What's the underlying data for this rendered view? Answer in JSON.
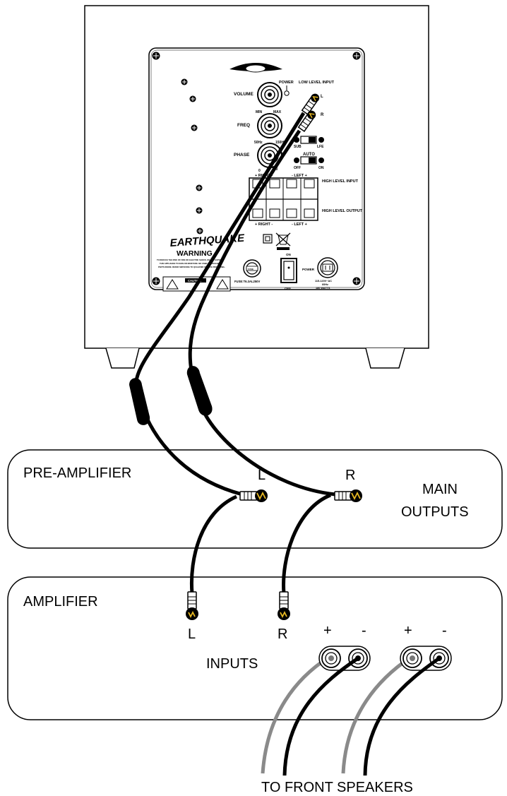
{
  "subwoofer": {
    "logo_text": "EARTHQUAKE",
    "panel": {
      "volume_label": "VOLUME",
      "volume_min": "MIN",
      "volume_max": "MAX",
      "freq_label": "FREQ",
      "freq_low": "50Hz",
      "freq_high": "150Hz",
      "phase_label": "PHASE",
      "phase_low": "0",
      "phase_high": "180",
      "power_led_label": "POWER",
      "low_level_input_label": "LOW LEVEL INPUT",
      "low_level_l": "L",
      "low_level_r": "R",
      "sub_label": "SUB",
      "lfe_label": "LFE",
      "auto_label": "AUTO",
      "auto_off": "OFF",
      "auto_on": "ON",
      "terminals_top_right": "+ RIGHT -",
      "terminals_top_left": "- LEFT +",
      "terminals_bottom_right": "+ RIGHT -",
      "terminals_bottom_left": "- LEFT +",
      "high_level_input_label": "HIGH LEVEL INPUT",
      "high_level_output_label": "HIGH LEVEL OUTPUT",
      "warning_title": "WARNING",
      "warning_text_1": "TO REDUCE THE RISK OF FIRE OR ELECTRIC SHOCK, DO NOT EXPOSE",
      "warning_text_2": "THIS APPLIANCE TO RAIN OR MOISTURE. NO USER SERVICEABLE",
      "warning_text_3": "PARTS INSIDE. REFER SERVICING TO QUALIFIED SERVICE PERSONNEL.",
      "caution_label": "CAUTION",
      "fuse_label": "FUSE",
      "fuse_rating": "FUSE:T6.3AL250V",
      "switch_on": "ON",
      "switch_off": "OFF",
      "power_inlet_label": "POWER",
      "power_rating_1": "115-120V~AC",
      "power_rating_2": "60Hz",
      "power_rating_3": "180 WATTS"
    }
  },
  "pre_amplifier": {
    "title": "PRE-AMPLIFIER",
    "channel_l": "L",
    "channel_r": "R",
    "outputs_line1": "MAIN",
    "outputs_line2": "OUTPUTS"
  },
  "amplifier": {
    "title": "AMPLIFIER",
    "channel_l": "L",
    "channel_r": "R",
    "inputs_label": "INPUTS",
    "pos_label_1": "+",
    "neg_label_1": "-",
    "pos_label_2": "+",
    "neg_label_2": "-"
  },
  "speakers_caption": "TO FRONT SPEAKERS"
}
